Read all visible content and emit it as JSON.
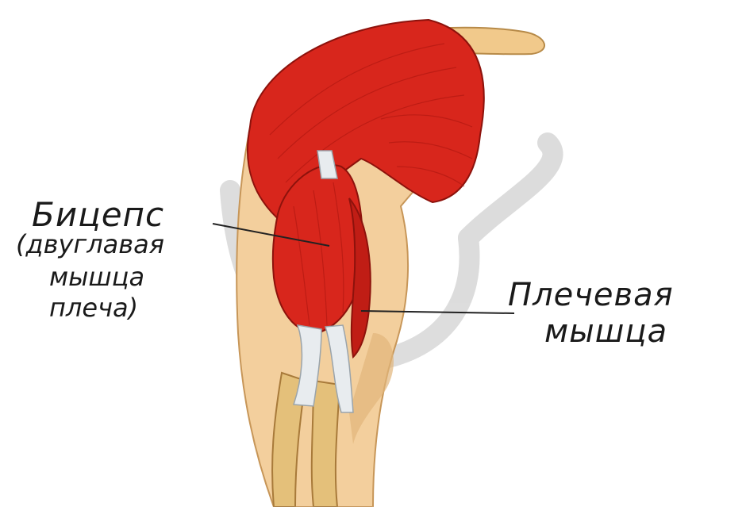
{
  "labels": {
    "biceps_title": "Бицепс",
    "biceps_line1": "(двуглавая",
    "biceps_line2": "мышца",
    "biceps_line3": "плеча)",
    "brachialis_line1": "Плечевая",
    "brachialis_line2": "мышца"
  },
  "colors": {
    "skin": "#f3cf9d",
    "skin_shadow": "#e1b57a",
    "muscle": "#d8261c",
    "muscle_dark": "#a8140e",
    "tendon": "#e8ecef",
    "bone": "#e4c07a",
    "watermark": "#d7d7d7",
    "leader_line": "#222222"
  },
  "icons": [
    "anatomical-arm-illustration",
    "watermark-logo"
  ]
}
